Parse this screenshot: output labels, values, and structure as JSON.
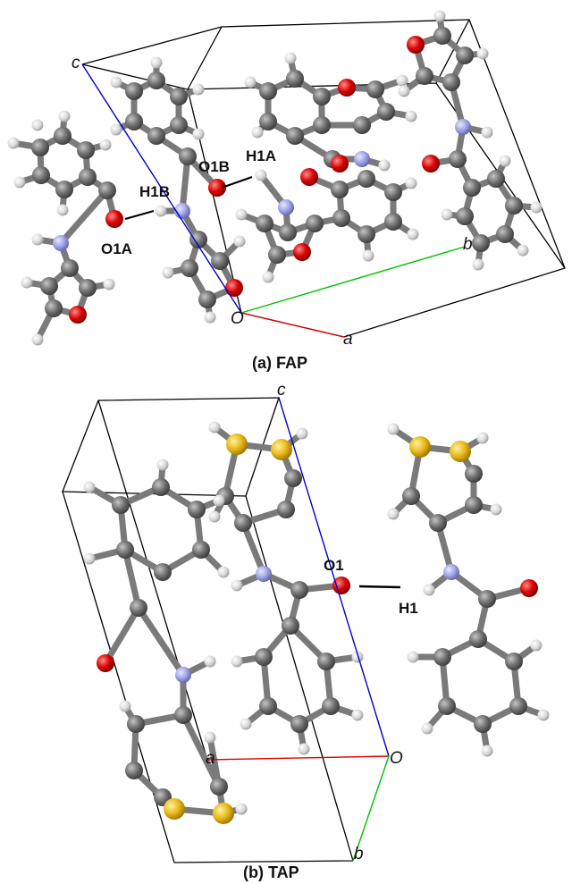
{
  "panels": [
    {
      "caption": "(a) FAP",
      "atom_labels": [
        "O1B",
        "H1A",
        "H1B",
        "O1A"
      ],
      "axes": {
        "origin": "O",
        "a": "a",
        "b": "b",
        "c": "c"
      }
    },
    {
      "caption": "(b) TAP",
      "atom_labels": [
        "O1",
        "H1"
      ],
      "axes": {
        "origin": "O",
        "a": "a",
        "b": "b",
        "c": "c"
      }
    }
  ],
  "colors": {
    "carbon": "#6e6e6e",
    "hydrogen": "#d8d8d8",
    "oxygen": "#d80000",
    "nitrogen": "#9fa3e6",
    "sulfur": "#e8b818",
    "bond": "#7a7a7a",
    "axis_a": "#e00000",
    "axis_b": "#00c000",
    "axis_c": "#0000c8",
    "hbond": "#000000"
  }
}
